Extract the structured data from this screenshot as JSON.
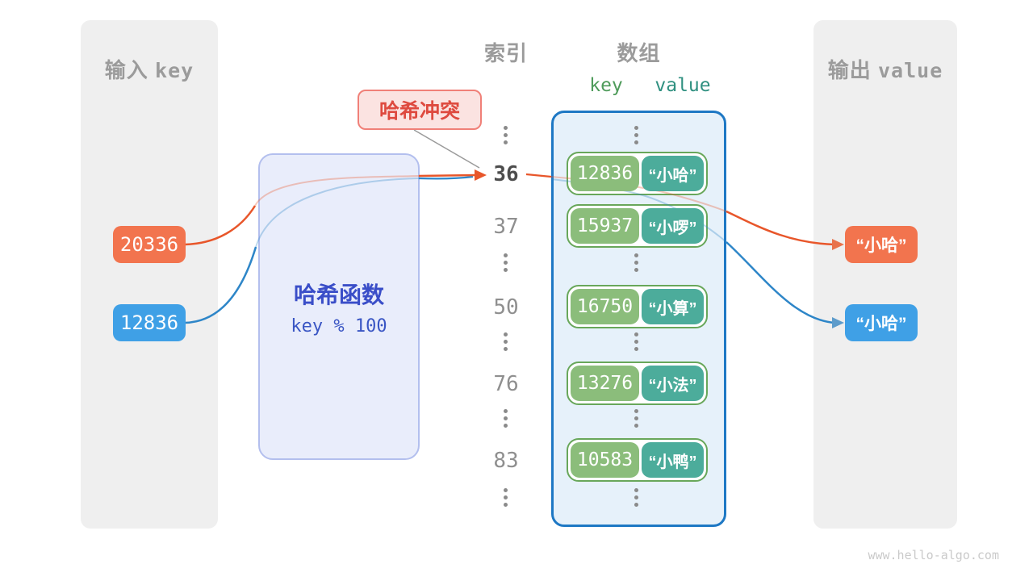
{
  "input_panel": {
    "title_zh": "输入",
    "title_en": "key",
    "keys": [
      {
        "value": "20336",
        "color": "#f2744e"
      },
      {
        "value": "12836",
        "color": "#3fa0e6"
      }
    ]
  },
  "hash_box": {
    "title": "哈希函数",
    "formula": "key % 100"
  },
  "collision_label": {
    "text": "哈希冲突"
  },
  "index_column": {
    "title": "索引",
    "items": [
      {
        "type": "dots"
      },
      {
        "type": "index",
        "label": "36",
        "highlight": true
      },
      {
        "type": "index",
        "label": "37"
      },
      {
        "type": "dots"
      },
      {
        "type": "index",
        "label": "50"
      },
      {
        "type": "dots"
      },
      {
        "type": "index",
        "label": "76"
      },
      {
        "type": "dots"
      },
      {
        "type": "index",
        "label": "83"
      },
      {
        "type": "dots"
      }
    ]
  },
  "array_panel": {
    "title": "数组",
    "columns": {
      "key": "key",
      "value": "value"
    },
    "rows": [
      {
        "key": "12836",
        "value": "“小哈”"
      },
      {
        "key": "15937",
        "value": "“小啰”"
      },
      {
        "key": "16750",
        "value": "“小算”"
      },
      {
        "key": "13276",
        "value": "“小法”"
      },
      {
        "key": "10583",
        "value": "“小鸭”"
      }
    ]
  },
  "output_panel": {
    "title_zh": "输出",
    "title_en": "value",
    "values": [
      {
        "text": "“小哈”",
        "color": "#f2744e"
      },
      {
        "text": "“小哈”",
        "color": "#3fa0e6"
      }
    ]
  },
  "watermark": "www.hello-algo.com",
  "colors": {
    "orange_accent": "#e8562a",
    "orange_fill": "#f2744e",
    "blue_accent": "#2e86c8",
    "blue_fill": "#3fa0e6",
    "key_green": "#8bbd7b",
    "value_teal": "#4cac9b",
    "row_border_green": "#68a75a",
    "array_border_blue": "#1e78c4",
    "array_fill": "#e6f1fa",
    "hash_fill": "#e9edfb",
    "hash_border": "#b3bfee",
    "hash_text_blue": "#3a4ec8",
    "collision_red": "#de4a3f",
    "collision_fill": "#fbe3e1",
    "panel_gray": "#efefef",
    "gray_text": "#9b9b9b",
    "header_key_green": "#4e9b5a",
    "header_value_teal": "#2f9080"
  }
}
